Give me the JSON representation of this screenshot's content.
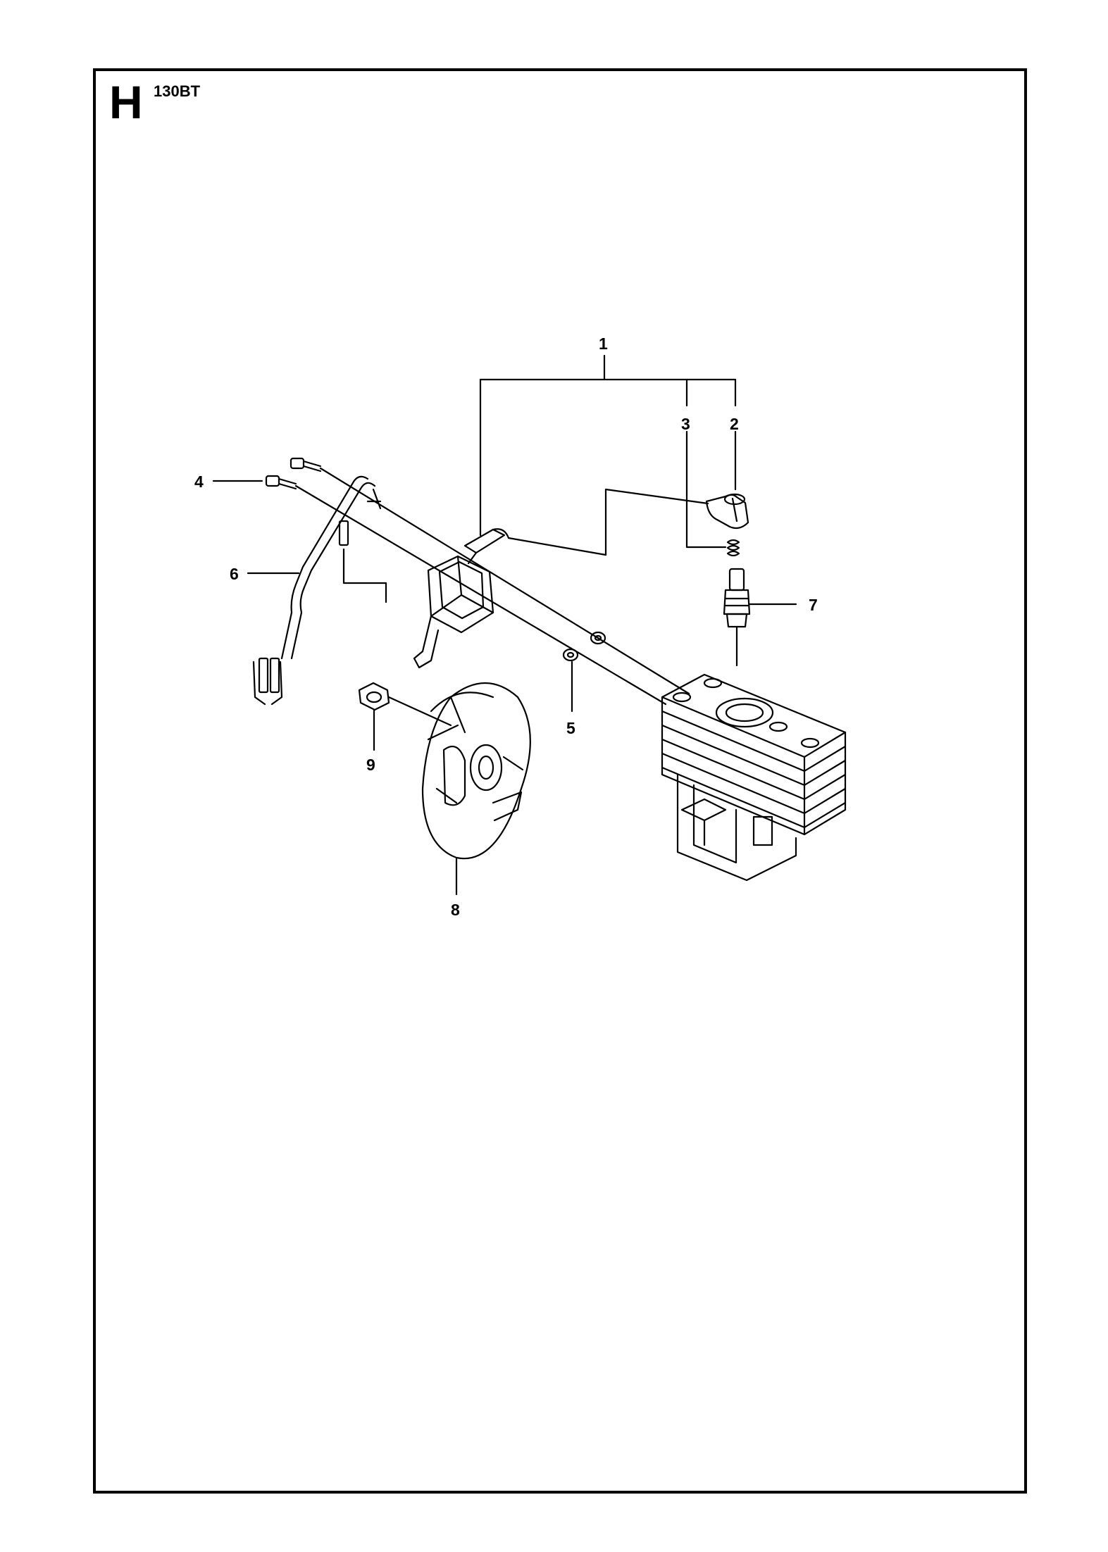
{
  "header": {
    "section": "H",
    "model": "130BT"
  },
  "callouts": [
    {
      "id": "1",
      "label": "1"
    },
    {
      "id": "2",
      "label": "2"
    },
    {
      "id": "3",
      "label": "3"
    },
    {
      "id": "4",
      "label": "4"
    },
    {
      "id": "5",
      "label": "5"
    },
    {
      "id": "6",
      "label": "6"
    },
    {
      "id": "7",
      "label": "7"
    },
    {
      "id": "8",
      "label": "8"
    },
    {
      "id": "9",
      "label": "9"
    }
  ]
}
